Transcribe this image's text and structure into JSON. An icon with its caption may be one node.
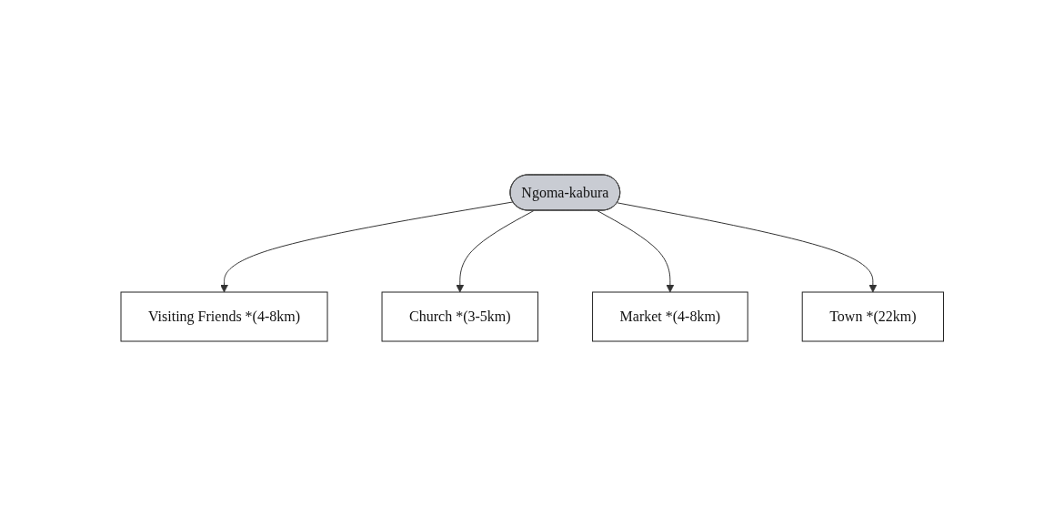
{
  "diagram": {
    "nodes": [
      {
        "text": [
          "Visiting Friends *(4-8km)"
        ]
      },
      {
        "text": [
          "Church *(3-5km)"
        ]
      },
      {
        "text": [
          "Ngoma-kabura"
        ]
      },
      {
        "text": [
          "Market *(4-8km)"
        ]
      },
      {
        "text": [
          "Town *(22km)"
        ]
      }
    ],
    "edges": [
      {
        "from": 2,
        "to": 0,
        "arrow": "to"
      },
      {
        "from": 2,
        "to": 1,
        "arrow": "to"
      },
      {
        "from": 2,
        "to": 3,
        "arrow": "to"
      },
      {
        "from": 2,
        "to": 4,
        "arrow": "to"
      }
    ]
  }
}
